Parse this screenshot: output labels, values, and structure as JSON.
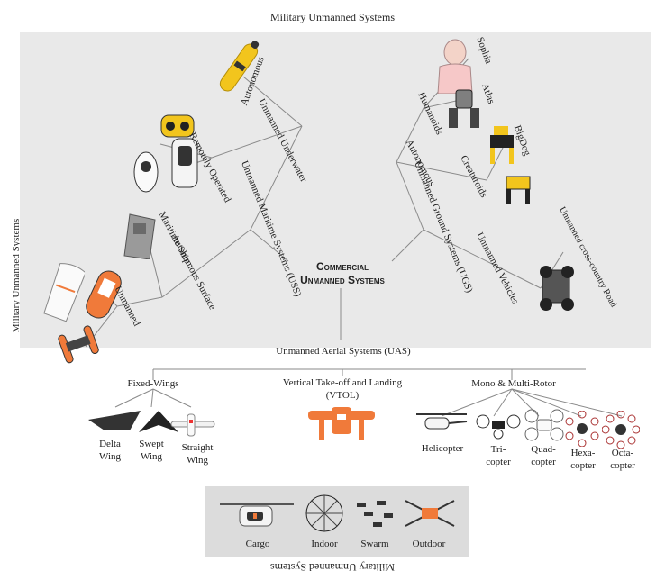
{
  "edge_titles": {
    "top": "Military Unmanned Systems",
    "left": "Military Unmanned Systems",
    "bottom": "Military Unmanned Systems",
    "right": ""
  },
  "center": {
    "line1": "Commercial",
    "line2": "Unmanned Systems"
  },
  "uss": {
    "label": "Unmanned Maritime Systems (USS)",
    "underwater": {
      "label": "Unmanned Underwater",
      "children": [
        "Autonomous",
        "Remotely Operated"
      ]
    },
    "surface": {
      "label": "Autonomous Surface",
      "children": [
        "Maritime Ship",
        "Unmanned"
      ]
    }
  },
  "ugs": {
    "label": "Unmanned Ground Systems (UGS)",
    "autonomous": {
      "label": "Autonomous",
      "children": [
        "Humanoids",
        "Creaturoids"
      ]
    },
    "humanoids": [
      "Sophia",
      "Atlas"
    ],
    "creaturoids": [
      "BigDog"
    ],
    "vehicles": {
      "label": "Unmanned Vehicles",
      "children": [
        "Unmanned cross-country Road"
      ]
    }
  },
  "uas": {
    "label": "Unmanned Aerial Systems (UAS)",
    "fixed": {
      "label": "Fixed-Wings",
      "items": [
        {
          "line1": "Delta",
          "line2": "Wing"
        },
        {
          "line1": "Swept",
          "line2": "Wing"
        },
        {
          "line1": "Straight",
          "line2": "Wing"
        }
      ]
    },
    "vtol": {
      "line1": "Vertical Take-off and Landing",
      "line2": "(VTOL)"
    },
    "multi": {
      "label": "Mono & Multi-Rotor",
      "items": [
        {
          "line1": "Helicopter",
          "line2": ""
        },
        {
          "line1": "Tri-",
          "line2": "copter"
        },
        {
          "line1": "Quad-",
          "line2": "copter"
        },
        {
          "line1": "Hexa-",
          "line2": "copter"
        },
        {
          "line1": "Octa-",
          "line2": "copter"
        }
      ]
    },
    "applications": [
      "Cargo",
      "Indoor",
      "Swarm",
      "Outdoor"
    ]
  },
  "colors": {
    "panel": "#e9e9e9",
    "accent_orange": "#f07a3a",
    "yellow": "#f2c51d",
    "line": "#8a8a8a"
  }
}
